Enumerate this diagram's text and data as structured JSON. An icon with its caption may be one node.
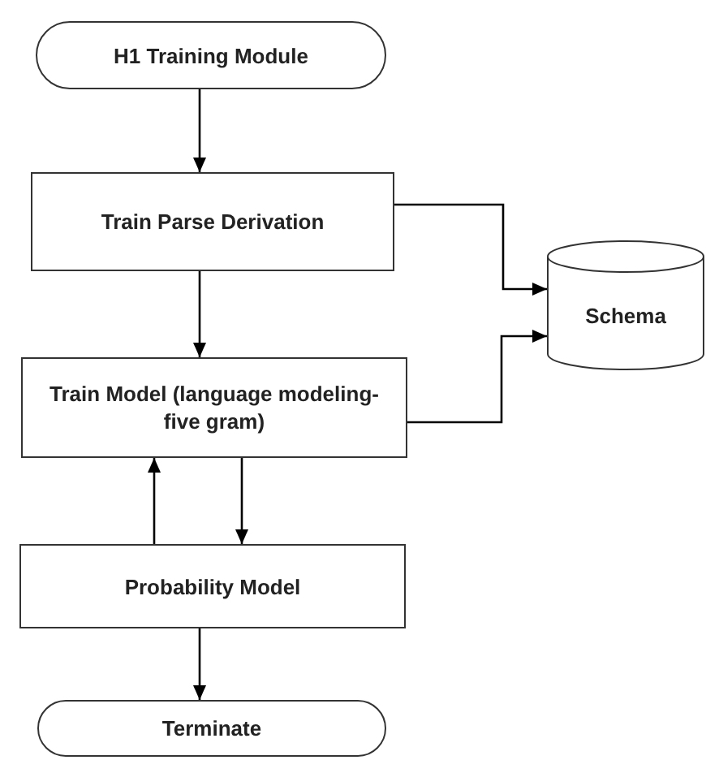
{
  "diagram": {
    "nodes": [
      {
        "text": [
          "H1 Training Module"
        ]
      },
      {
        "text": [
          "Train Parse Derivation"
        ]
      },
      {
        "text": [
          "Train Model (language modeling-five gram)"
        ]
      },
      {
        "text": [
          "Probability Model"
        ]
      },
      {
        "text": [
          "Terminate"
        ]
      },
      {
        "text": [
          "Schema"
        ]
      }
    ],
    "edges": [
      {
        "from": 0,
        "to": 1,
        "arrow": "to"
      },
      {
        "from": 1,
        "to": 5,
        "arrow": "to"
      },
      {
        "from": 1,
        "to": 2,
        "arrow": "to"
      },
      {
        "from": 2,
        "to": 5,
        "arrow": "to"
      },
      {
        "from": 3,
        "to": 2,
        "arrow": "to"
      },
      {
        "from": 2,
        "to": 3,
        "arrow": "to"
      },
      {
        "from": 3,
        "to": 4,
        "arrow": "to"
      }
    ]
  }
}
